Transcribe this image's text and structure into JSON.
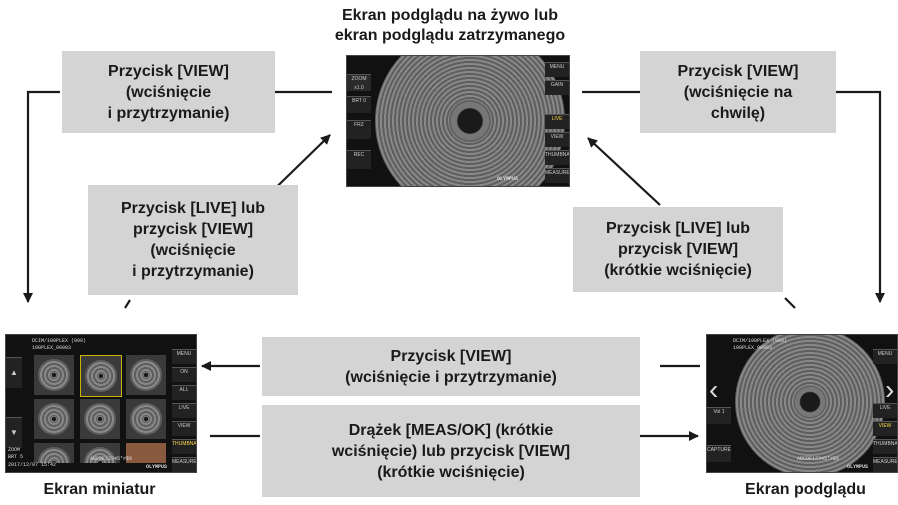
{
  "captions": {
    "top_line1": "Ekran podglądu na żywo lub",
    "top_line2": "ekran podglądu zatrzymanego",
    "bottom_left": "Ekran miniatur",
    "bottom_right": "Ekran podglądu"
  },
  "boxes": {
    "top_left": [
      "Przycisk [VIEW]",
      "(wciśnięcie",
      "i przytrzymanie)"
    ],
    "top_right": [
      "Przycisk [VIEW]",
      "(wciśnięcie na",
      "chwilę)"
    ],
    "mid_left": [
      "Przycisk [LIVE] lub",
      "przycisk [VIEW]",
      "(wciśnięcie",
      "i przytrzymanie)"
    ],
    "mid_right": [
      "Przycisk [LIVE] lub",
      "przycisk [VIEW]",
      "(krótkie wciśnięcie)"
    ],
    "bottom_upper": [
      "Przycisk [VIEW]",
      "(wciśnięcie i przytrzymanie)"
    ],
    "bottom_lower": [
      "Drążek [MEAS/OK] (krótkie",
      "wciśnięcie) lub przycisk [VIEW]",
      "(krótkie wciśnięcie)"
    ]
  },
  "screens": {
    "top": {
      "left_buttons": [
        "ZOOM x1.0",
        "BRT 0",
        "FRZ",
        "REC"
      ],
      "right_buttons": [
        "MENU",
        "GAIN",
        "LIVE",
        "VIEW",
        "THUMBNAIL",
        "MEASURE"
      ],
      "brand": "OLYMPUS"
    },
    "left": {
      "header": "DCIM/100PLEX (009)",
      "folder": "100PLEX_00003",
      "right_buttons": [
        "MENU",
        "ON",
        "ALL",
        "LIVE",
        "VIEW",
        "THUMBNAIL",
        "MEASURE"
      ],
      "footer_date": "2017/12/07 15:42",
      "footer_id": "ABCDE12345*#$%",
      "brand": "OLYMPUS",
      "zoom": "ZOOM",
      "brt": "BRT 5"
    },
    "right": {
      "header": "DCIM/100PLEX (009)",
      "folder": "100PLEX_00003",
      "right_buttons": [
        "MENU",
        "LIVE",
        "VIEW",
        "THUMBNAIL",
        "MEASURE"
      ],
      "left_buttons": [
        "Vol 1",
        "CAPTURE"
      ],
      "footer_id": "ABCDE12345*#$%",
      "brand": "OLYMPUS"
    }
  },
  "icons": {
    "arrows": "arrow",
    "nav_left": "chevron-left-icon",
    "nav_right": "chevron-right-icon"
  }
}
